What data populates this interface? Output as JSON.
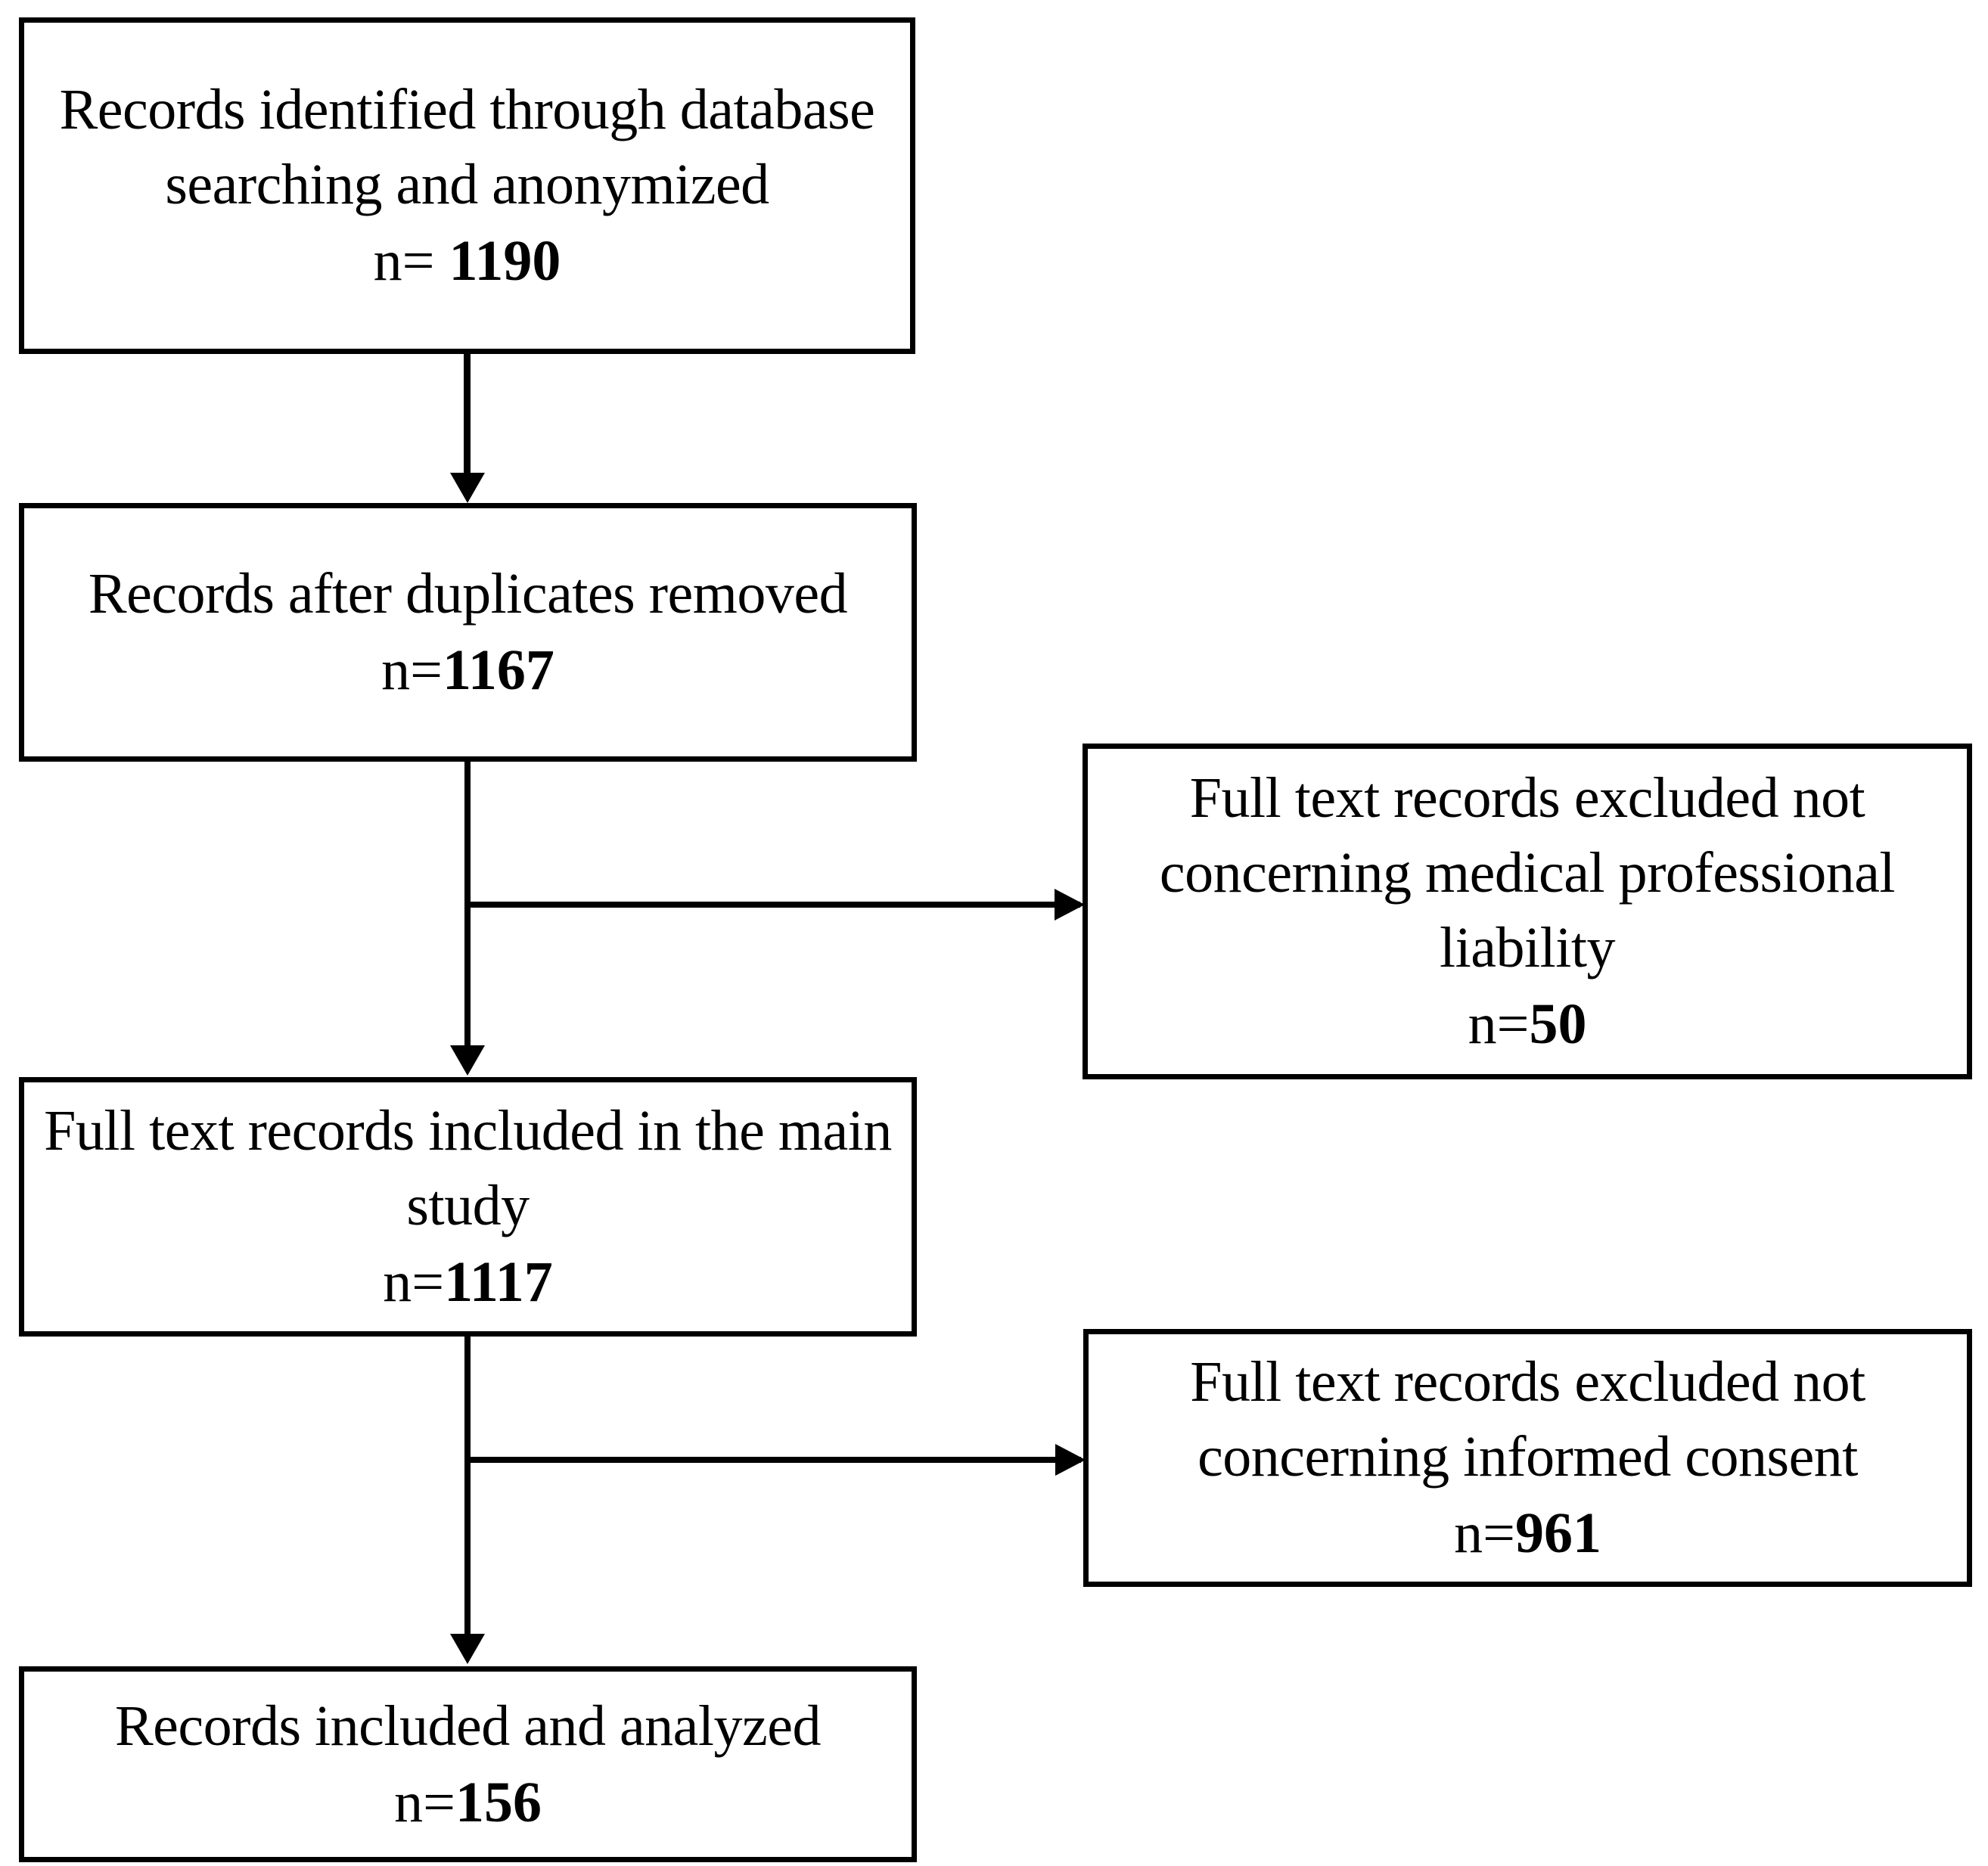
{
  "diagram": {
    "type": "prisma-flow-diagram",
    "title": "",
    "colors": {
      "box_border": "#000000",
      "box_fill": "#ffffff",
      "connector": "#000000",
      "text": "#000000",
      "background": "#ffffff"
    },
    "nodes": [
      {
        "id": "identified",
        "label": "Records identified through database searching and anonymized",
        "count_prefix": "n= ",
        "count": "1190"
      },
      {
        "id": "deduplicated",
        "label": "Records after duplicates removed",
        "count_prefix": "n=",
        "count": "1167"
      },
      {
        "id": "excluded-liability",
        "label": "Full text records excluded not concerning medical professional liability",
        "count_prefix": "n=",
        "count": "50"
      },
      {
        "id": "included-main",
        "label": "Full text records included in the main study",
        "count_prefix": "n=",
        "count": "1117"
      },
      {
        "id": "excluded-consent",
        "label": "Full text records excluded not concerning informed consent",
        "count_prefix": "n=",
        "count": "961"
      },
      {
        "id": "analyzed",
        "label": "Records included and analyzed",
        "count_prefix": "n=",
        "count": "156"
      }
    ],
    "edges": [
      {
        "id": "identified-to-deduplicated",
        "from": "identified",
        "to": "deduplicated",
        "direction": "down"
      },
      {
        "id": "deduplicated-to-excluded-liability",
        "from": "deduplicated",
        "to": "excluded-liability",
        "direction": "right"
      },
      {
        "id": "deduplicated-to-included-main",
        "from": "deduplicated",
        "to": "included-main",
        "direction": "down"
      },
      {
        "id": "included-main-to-excluded-consent",
        "from": "included-main",
        "to": "excluded-consent",
        "direction": "right"
      },
      {
        "id": "included-main-to-analyzed",
        "from": "included-main",
        "to": "analyzed",
        "direction": "down"
      }
    ]
  }
}
